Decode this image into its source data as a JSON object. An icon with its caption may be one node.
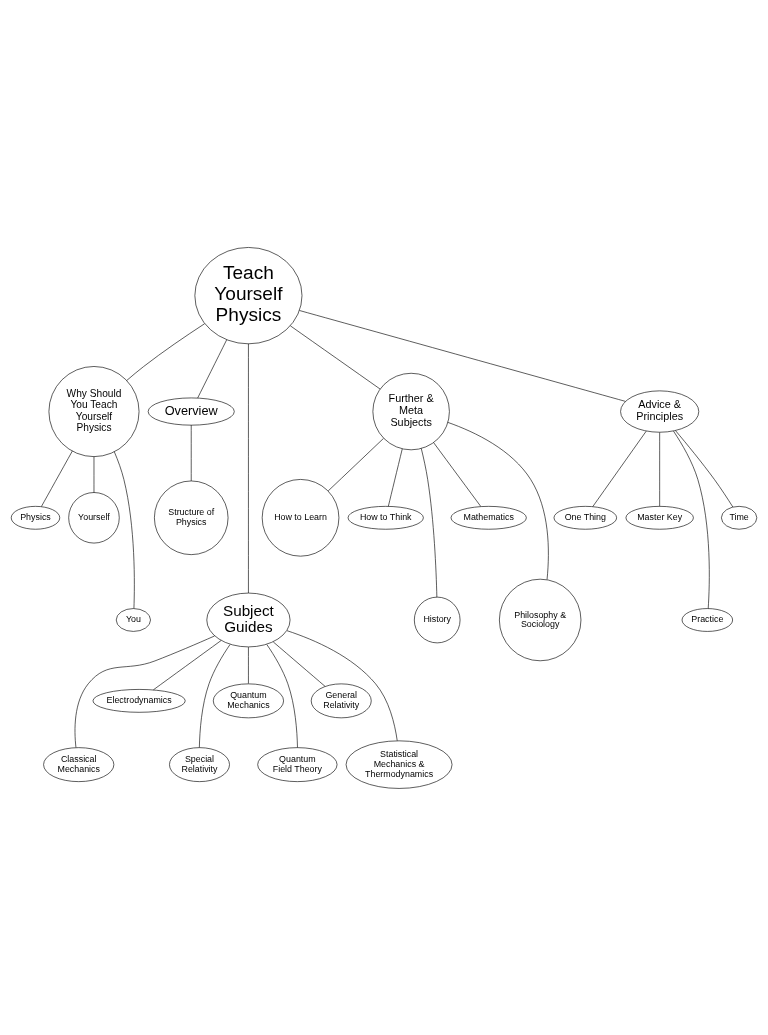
{
  "diagram": {
    "nodes": [
      {
        "text": [
          "Teach Yourself Physics"
        ]
      },
      {
        "text": [
          "Why Should You Teach Yourself Physics"
        ]
      },
      {
        "text": [
          "Overview"
        ]
      },
      {
        "text": [
          "Subject Guides"
        ]
      },
      {
        "text": [
          "Further & Meta Subjects"
        ]
      },
      {
        "text": [
          "Advice & Principles"
        ]
      },
      {
        "text": [
          "Physics"
        ]
      },
      {
        "text": [
          "Yourself"
        ]
      },
      {
        "text": [
          "You"
        ]
      },
      {
        "text": [
          "Structure of Physics"
        ]
      },
      {
        "text": [
          "How to Learn"
        ]
      },
      {
        "text": [
          "How to Think"
        ]
      },
      {
        "text": [
          "History"
        ]
      },
      {
        "text": [
          "Mathematics"
        ]
      },
      {
        "text": [
          "Philosophy & Sociology"
        ]
      },
      {
        "text": [
          "One Thing"
        ]
      },
      {
        "text": [
          "Master Key"
        ]
      },
      {
        "text": [
          "Practice"
        ]
      },
      {
        "text": [
          "Time"
        ]
      },
      {
        "text": [
          "Classical Mechanics"
        ]
      },
      {
        "text": [
          "Electrodynamics"
        ]
      },
      {
        "text": [
          "Special Relativity"
        ]
      },
      {
        "text": [
          "Quantum Mechanics"
        ]
      },
      {
        "text": [
          "Quantum Field Theory"
        ]
      },
      {
        "text": [
          "General Relativity"
        ]
      },
      {
        "text": [
          "Statistical Mechanics & Thermodynamics"
        ]
      }
    ],
    "edges": [
      {
        "from": 0,
        "to": 1,
        "arrow": "none"
      },
      {
        "from": 0,
        "to": 2,
        "arrow": "none"
      },
      {
        "from": 0,
        "to": 3,
        "arrow": "none"
      },
      {
        "from": 0,
        "to": 4,
        "arrow": "none"
      },
      {
        "from": 0,
        "to": 5,
        "arrow": "none"
      },
      {
        "from": 1,
        "to": 6,
        "arrow": "none"
      },
      {
        "from": 1,
        "to": 7,
        "arrow": "none"
      },
      {
        "from": 1,
        "to": 8,
        "arrow": "none"
      },
      {
        "from": 2,
        "to": 9,
        "arrow": "none"
      },
      {
        "from": 4,
        "to": 10,
        "arrow": "none"
      },
      {
        "from": 4,
        "to": 11,
        "arrow": "none"
      },
      {
        "from": 4,
        "to": 12,
        "arrow": "none"
      },
      {
        "from": 4,
        "to": 13,
        "arrow": "none"
      },
      {
        "from": 4,
        "to": 14,
        "arrow": "none"
      },
      {
        "from": 5,
        "to": 15,
        "arrow": "none"
      },
      {
        "from": 5,
        "to": 16,
        "arrow": "none"
      },
      {
        "from": 5,
        "to": 17,
        "arrow": "none"
      },
      {
        "from": 5,
        "to": 18,
        "arrow": "none"
      },
      {
        "from": 3,
        "to": 19,
        "arrow": "none"
      },
      {
        "from": 3,
        "to": 20,
        "arrow": "none"
      },
      {
        "from": 3,
        "to": 21,
        "arrow": "none"
      },
      {
        "from": 3,
        "to": 22,
        "arrow": "none"
      },
      {
        "from": 3,
        "to": 23,
        "arrow": "none"
      },
      {
        "from": 3,
        "to": 24,
        "arrow": "none"
      },
      {
        "from": 3,
        "to": 25,
        "arrow": "none"
      }
    ]
  }
}
